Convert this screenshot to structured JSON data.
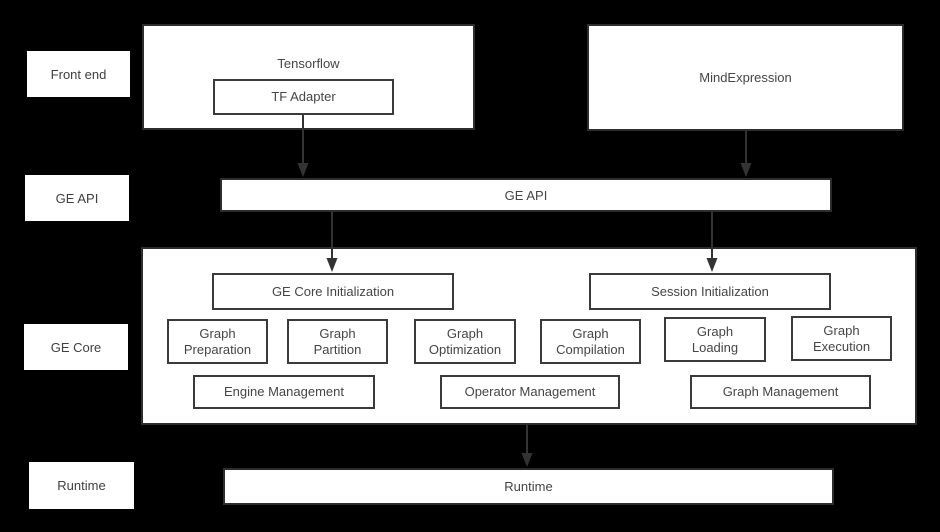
{
  "colors": {
    "background": "#000000",
    "box_fill": "#ffffff",
    "outer_border": "#2d2d2d",
    "inner_border": "#3a3a3a",
    "text": "#454545",
    "arrow": "#333333"
  },
  "row_labels": {
    "front_end": "Front end",
    "ge_api": "GE API",
    "ge_core": "GE Core",
    "runtime": "Runtime"
  },
  "front_end": {
    "tensorflow_title": "Tensorflow",
    "tf_adapter_label": "TF Adapter",
    "mind_expression_label": "MindExpression"
  },
  "ge_api_bar_label": "GE API",
  "ge_core": {
    "init": [
      "GE Core Initialization",
      "Session Initialization"
    ],
    "pipeline": [
      "Graph Preparation",
      "Graph Partition",
      "Graph Optimization",
      "Graph Compilation",
      "Graph Loading",
      "Graph Execution"
    ],
    "management": [
      "Engine Management",
      "Operator Management",
      "Graph Management"
    ]
  },
  "runtime_bar_label": "Runtime"
}
